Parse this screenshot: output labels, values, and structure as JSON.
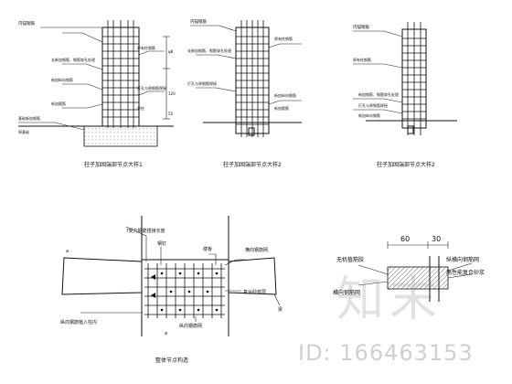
{
  "titles": {
    "detail_1": "柱子加固端部节点大样1",
    "detail_2": "柱子加固端部节点大样2",
    "detail_3": "柱子加固端部节点大样2",
    "overall": "整体节点构造"
  },
  "detail_1": {
    "top_note": "内锚钢筋",
    "note_a": "原有柱钢筋",
    "note_b": "长新加钢筋、钢筋穿孔处理",
    "note_c": "打孔与原钢筋焊接",
    "note_d": "新加纵向钢筋",
    "note_e": "新加箍筋",
    "note_f": "原柱",
    "note_g": "基础新加钢筋",
    "note_h": "原基础",
    "dim_1": "φ8",
    "dim_2": "120",
    "dim_3": "55"
  },
  "detail_2": {
    "top_note": "内锚钢筋",
    "note_a": "原有柱钢筋",
    "note_b": "长新加钢筋、钢筋穿孔处理",
    "note_c": "打孔与原钢筋焊接",
    "note_d": "新加纵向钢筋",
    "note_e": "新加箍筋"
  },
  "detail_3": {
    "top_note": "内锚钢筋",
    "note_a": "原有柱钢筋",
    "note_b": "新加钢筋、钢筋穿孔处理",
    "note_c": "打孔与原钢筋焊接",
    "note_d": "新加纵向钢筋"
  },
  "overall": {
    "note_question": "?受力钢筋搭接长度",
    "label_steel_nail": "钢钉",
    "label_floor": "楼板",
    "label_transverse": "横向钢筋网",
    "label_mortar": "复合砂浆层",
    "label_beam": "梁",
    "label_longitudinal_mesh": "纵向钢筋网",
    "label_anchor": "纵向钢筋植入柱内",
    "marker_a": "a",
    "marker_b": "a"
  },
  "interface": {
    "dim_left": "60",
    "dim_right": "30",
    "label_epoxy": "无机植筋胶",
    "label_mesh": "纵横向钢筋网",
    "label_mortar": "高性能复合砂浆",
    "label_cross": "横向钢筋网"
  },
  "watermark": {
    "logo": "知末",
    "id": "ID: 166463153"
  }
}
